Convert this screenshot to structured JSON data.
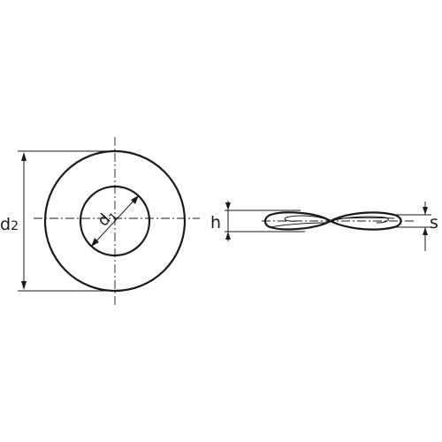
{
  "labels": {
    "d2_main": "d",
    "d2_sub": "2",
    "d1_main": "d",
    "d1_sub": "1",
    "h": "h",
    "s": "s"
  },
  "colors": {
    "line": "#1a1a1a",
    "background": "#ffffff"
  }
}
